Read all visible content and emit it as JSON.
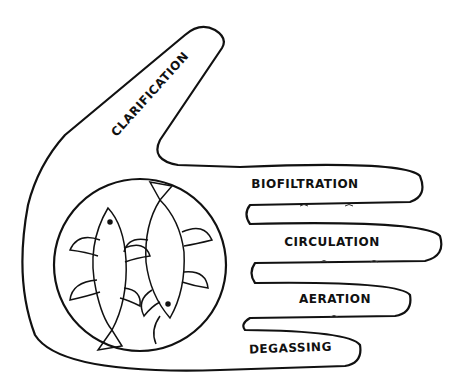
{
  "diagram": {
    "labels": [
      "CLARIFICATION",
      "BIOFILTRATION",
      "CIRCULATION",
      "AERATION",
      "DEGASSING"
    ]
  }
}
